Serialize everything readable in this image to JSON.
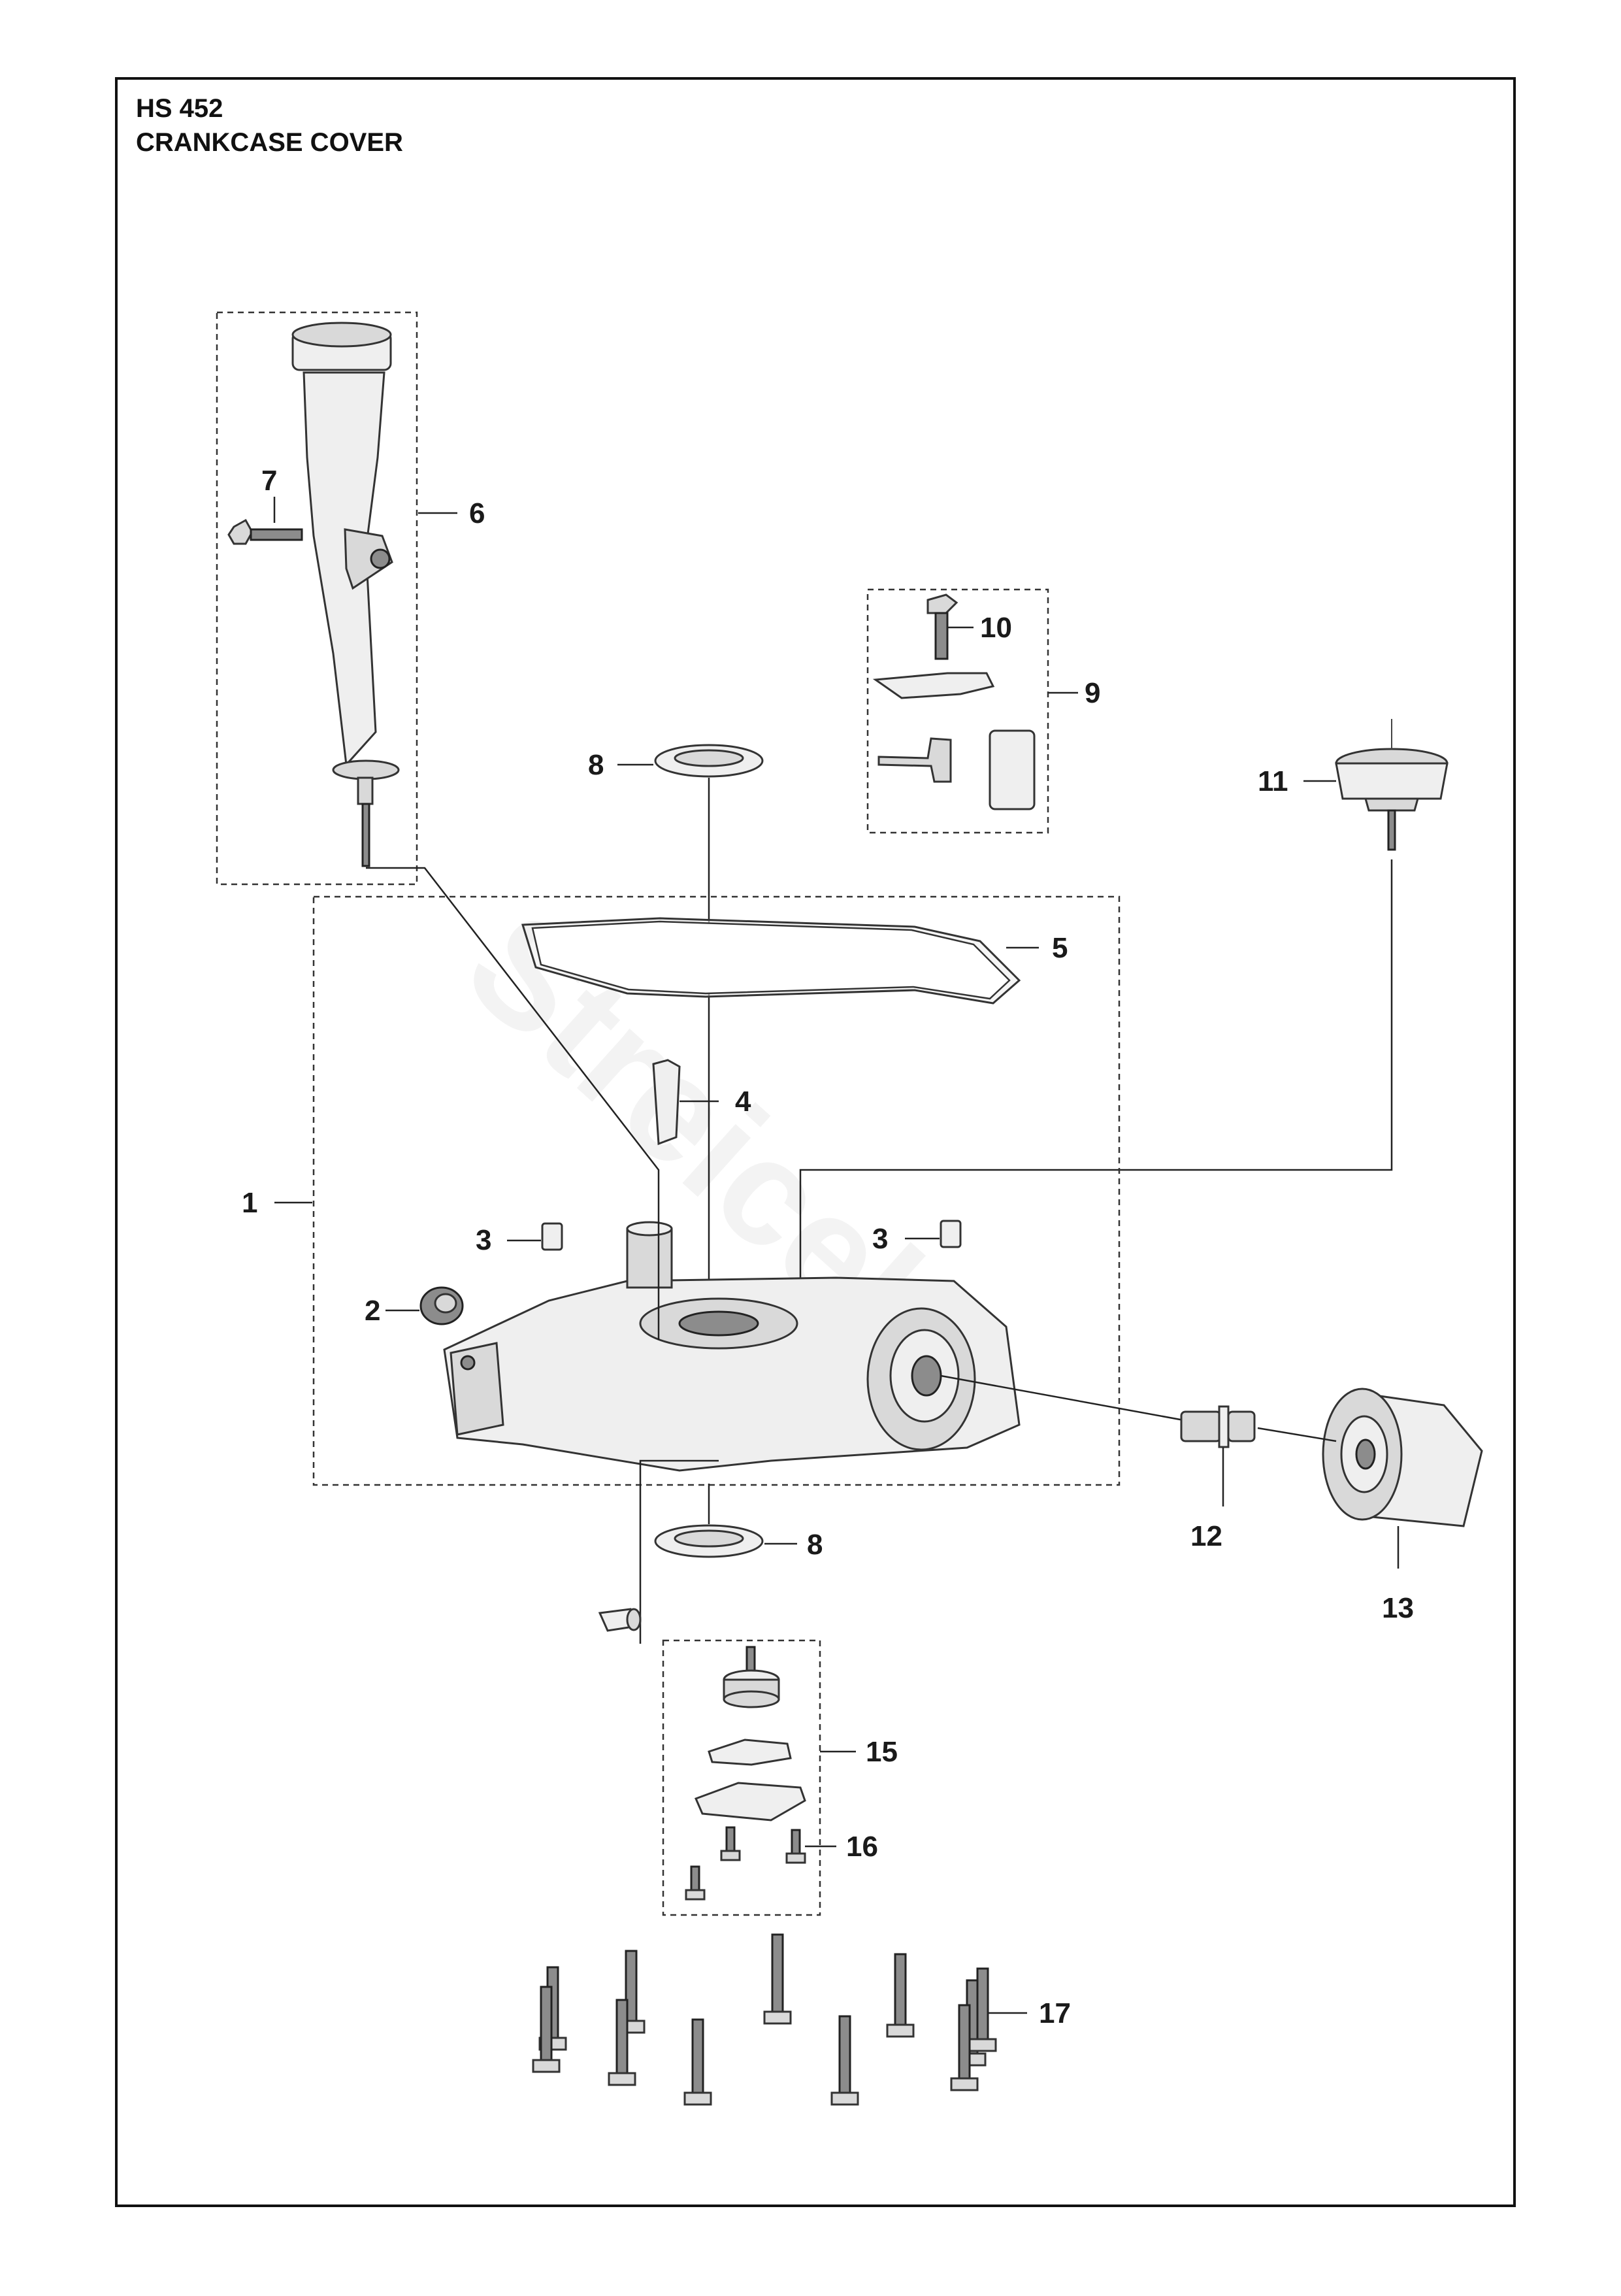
{
  "header": {
    "model": "HS 452",
    "title": "CRANKCASE COVER"
  },
  "watermark": "Streicek",
  "callouts": {
    "c1": "1",
    "c2": "2",
    "c3a": "3",
    "c3b": "3",
    "c4": "4",
    "c5": "5",
    "c6": "6",
    "c7": "7",
    "c8a": "8",
    "c8b": "8",
    "c9": "9",
    "c10": "10",
    "c11": "11",
    "c12": "12",
    "c13": "13",
    "c15": "15",
    "c16": "16",
    "c17": "17"
  }
}
